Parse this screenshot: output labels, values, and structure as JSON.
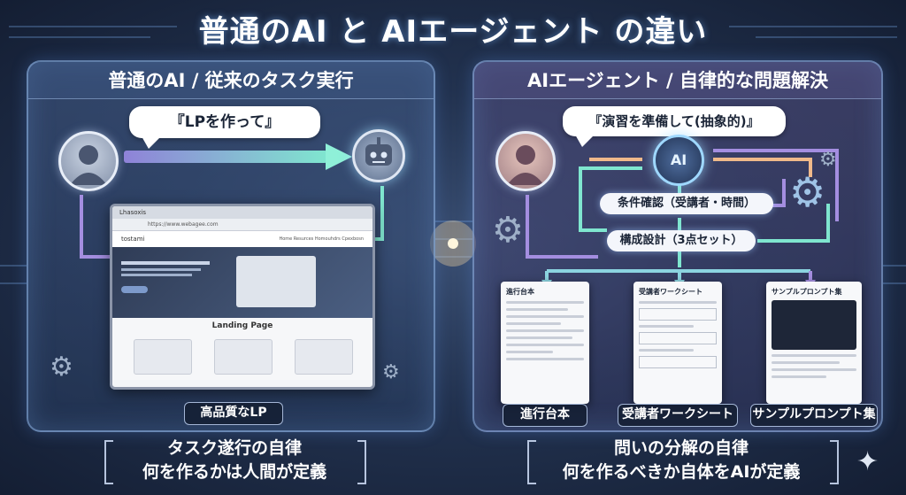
{
  "title": "普通のAI と AIエージェント の違い",
  "left": {
    "header": "普通のAI / 従来のタスク実行",
    "speech": "『LPを作って』",
    "browser": {
      "tab": "Lhasoxis",
      "url": "https://www.webagee.com",
      "brand": "tostami",
      "links": "Home   Resurces   Homouhdrs   Cpexbosn",
      "section_title": "Landing Page"
    },
    "caption": "高品質なLP",
    "bottom_line1": "タスク遂行の自律",
    "bottom_line2": "何を作るかは人間が定義"
  },
  "right": {
    "header": "AIエージェント / 自律的な問題解決",
    "speech": "『演習を準備して(抽象的)』",
    "ai_label": "AI",
    "node1": "条件確認（受講者・時間）",
    "node2": "構成設計（3点セット）",
    "docs": [
      {
        "title": "進行台本",
        "caption": "進行台本"
      },
      {
        "title": "受講者ワークシート",
        "caption": "受講者ワークシート"
      },
      {
        "title": "サンプルプロンプト集",
        "caption": "サンプルプロンプト集"
      }
    ],
    "bottom_line1": "問いの分解の自律",
    "bottom_line2": "何を作るべきか自体をAIが定義"
  },
  "colors": {
    "bg": "#22324f",
    "accent_teal": "#6fe0c8",
    "accent_purple": "#a48ee0",
    "accent_orange": "#f0b98a"
  }
}
